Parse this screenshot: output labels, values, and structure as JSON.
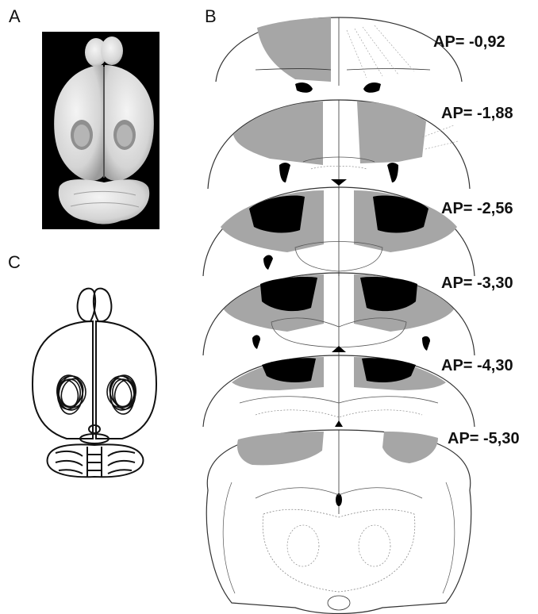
{
  "panels": {
    "a": "A",
    "b": "B",
    "c": "C"
  },
  "sections": [
    {
      "label": "AP= -0,92"
    },
    {
      "label": "AP= -1,88"
    },
    {
      "label": "AP= -2,56"
    },
    {
      "label": "AP= -3,30"
    },
    {
      "label": "AP= -4,30"
    },
    {
      "label": "AP= -5,30"
    }
  ],
  "colors": {
    "lesion_core": "#000000",
    "lesion_extent": "#a6a6a6",
    "outline": "#333333",
    "photo_background": "#000000",
    "brain_tissue": "#e6e6e6"
  }
}
